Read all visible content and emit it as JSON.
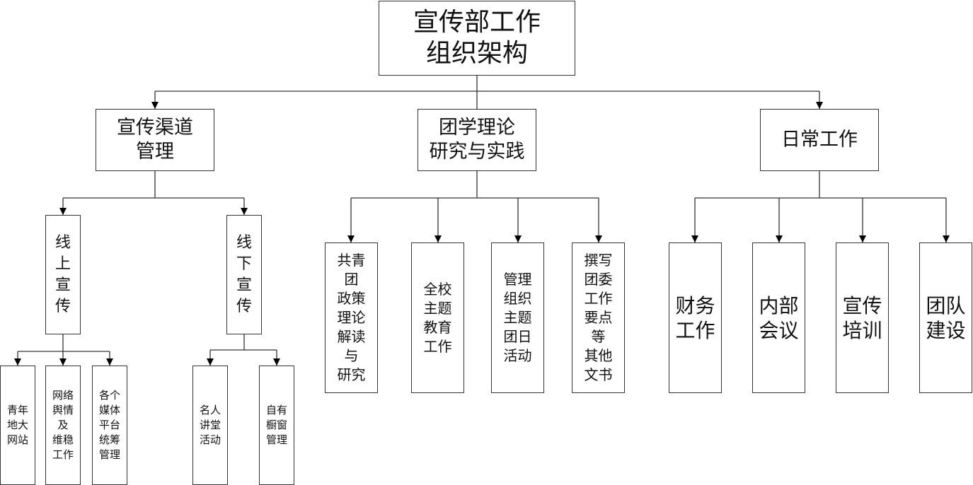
{
  "title": "宣传部工作组织架构",
  "root": {
    "label": "宣传部工作\n组织架构"
  },
  "branches": [
    {
      "label": "宣传渠道\n管理",
      "children": [
        {
          "label": "线\n上\n宣\n传",
          "children": [
            {
              "label": "青年\n地大\n网站"
            },
            {
              "label": "网络\n舆情\n及\n维稳\n工作"
            },
            {
              "label": "各个\n媒体\n平台\n统筹\n管理"
            }
          ]
        },
        {
          "label": "线\n下\n宣\n传",
          "children": [
            {
              "label": "名人\n讲堂\n活动"
            },
            {
              "label": "自有\n橱窗\n管理"
            }
          ]
        }
      ]
    },
    {
      "label": "团学理论\n研究与实践",
      "children": [
        {
          "label": "共青\n团\n政策\n理论\n解读\n与\n研究"
        },
        {
          "label": "全校\n主题\n教育\n工作"
        },
        {
          "label": "管理\n组织\n主题\n团日\n活动"
        },
        {
          "label": "撰写\n团委\n工作\n要点\n等\n其他\n文书"
        }
      ]
    },
    {
      "label": "日常工作",
      "children": [
        {
          "label": "财务\n工作"
        },
        {
          "label": "内部\n会议"
        },
        {
          "label": "宣传\n培训"
        },
        {
          "label": "团队\n建设"
        }
      ]
    }
  ],
  "colors": {
    "line": "#333333",
    "border": "#333333",
    "background": "#ffffff"
  }
}
